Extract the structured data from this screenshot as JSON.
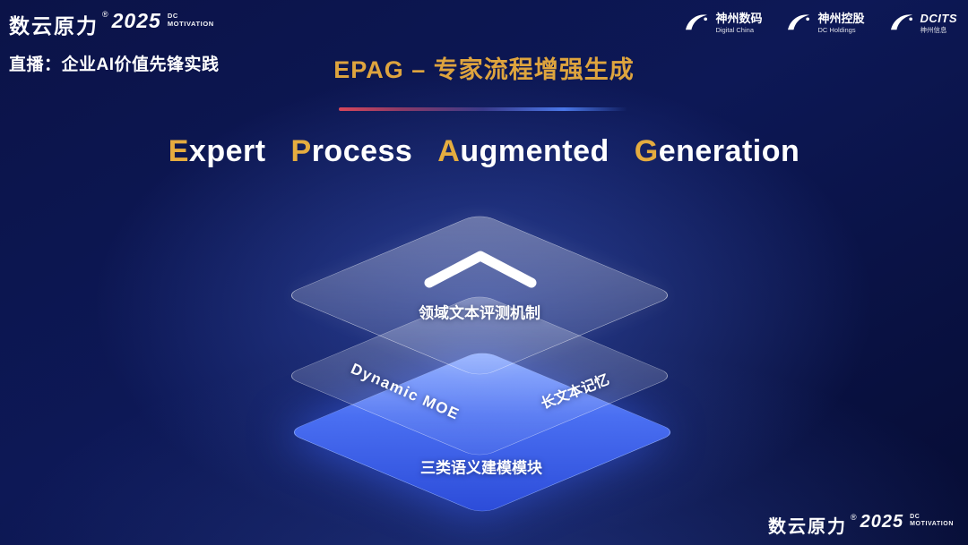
{
  "brand": {
    "name": "数云原力",
    "reg": "®",
    "year": "2025",
    "dc": "DC",
    "motivation": "MOTIVATION"
  },
  "header": {
    "live_label": "直播：企业AI价值先锋实践",
    "slide_title": "EPAG – 专家流程增强生成",
    "logos": [
      {
        "cn": "神州数码",
        "en": "Digital China"
      },
      {
        "cn": "神州控股",
        "en": "DC Holdings"
      },
      {
        "cn": "DCITS",
        "en": "神州信息"
      }
    ]
  },
  "main": {
    "title_words": [
      {
        "first": "E",
        "rest": "xpert"
      },
      {
        "first": "P",
        "rest": "rocess"
      },
      {
        "first": "A",
        "rest": "ugmented"
      },
      {
        "first": "G",
        "rest": "eneration"
      }
    ]
  },
  "diagram": {
    "top_label": "领域文本评测机制",
    "middle_left_label": "Dynamic MOE",
    "middle_right_label": "长文本记忆",
    "bottom_label": "三类语义建模模块"
  },
  "colors": {
    "gold": "#DEA43E",
    "title_gold": "#E5AC3F",
    "background_dark": "#070D36",
    "background_glow": "#2B3F9B",
    "layer_blue": "#3B63EA",
    "divider_red": "#D8475A",
    "divider_blue": "#4A77E8"
  }
}
